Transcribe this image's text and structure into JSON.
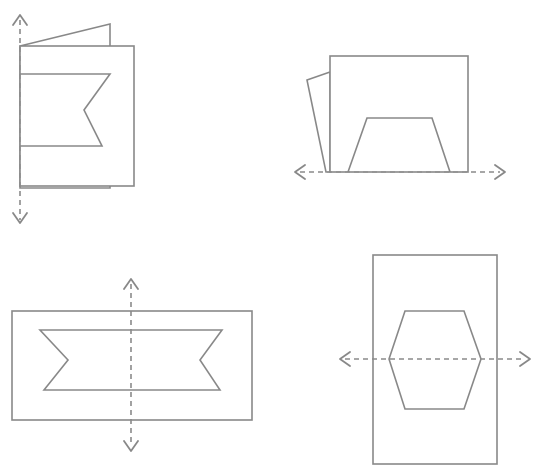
{
  "figures": [
    {
      "id": "a",
      "kind": "folded card with chevron-ended banner",
      "fold_axis": "vertical"
    },
    {
      "id": "b",
      "kind": "folded card with trapezoid",
      "fold_axis": "horizontal"
    },
    {
      "id": "c",
      "kind": "card with notched banner",
      "fold_axis": "vertical"
    },
    {
      "id": "d",
      "kind": "card with hexagon",
      "fold_axis": "horizontal"
    }
  ],
  "colors": {
    "line": "#888888",
    "background": "#ffffff"
  }
}
